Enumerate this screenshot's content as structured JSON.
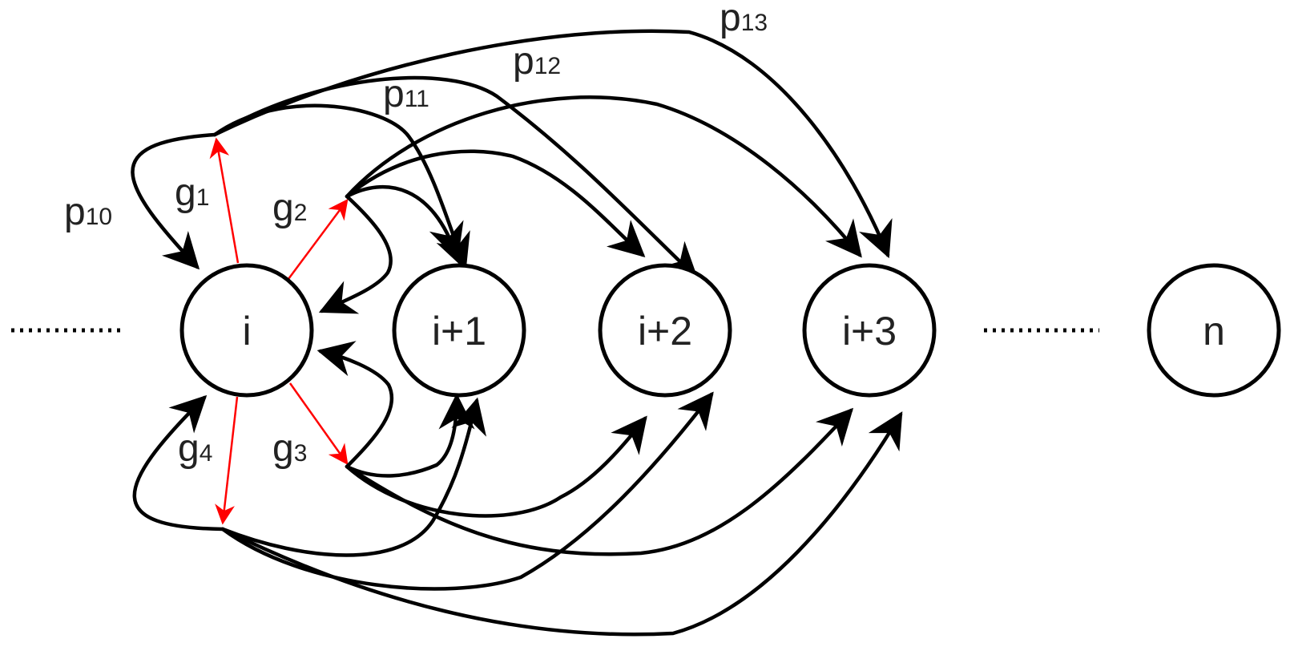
{
  "nodes": [
    {
      "id": "i",
      "label": "i"
    },
    {
      "id": "i1",
      "label": "i+1"
    },
    {
      "id": "i2",
      "label": "i+2"
    },
    {
      "id": "i3",
      "label": "i+3"
    },
    {
      "id": "n",
      "label": "n"
    }
  ],
  "edge_labels": {
    "p10": {
      "base": "p",
      "sub": "10"
    },
    "p11": {
      "base": "p",
      "sub": "11"
    },
    "p12": {
      "base": "p",
      "sub": "12"
    },
    "p13": {
      "base": "p",
      "sub": "13"
    },
    "g1": {
      "base": "g",
      "sub": "1"
    },
    "g2": {
      "base": "g",
      "sub": "2"
    },
    "g3": {
      "base": "g",
      "sub": "3"
    },
    "g4": {
      "base": "g",
      "sub": "4"
    }
  },
  "colors": {
    "gate_edges": "#ff0000",
    "transition_edges": "#000000"
  }
}
